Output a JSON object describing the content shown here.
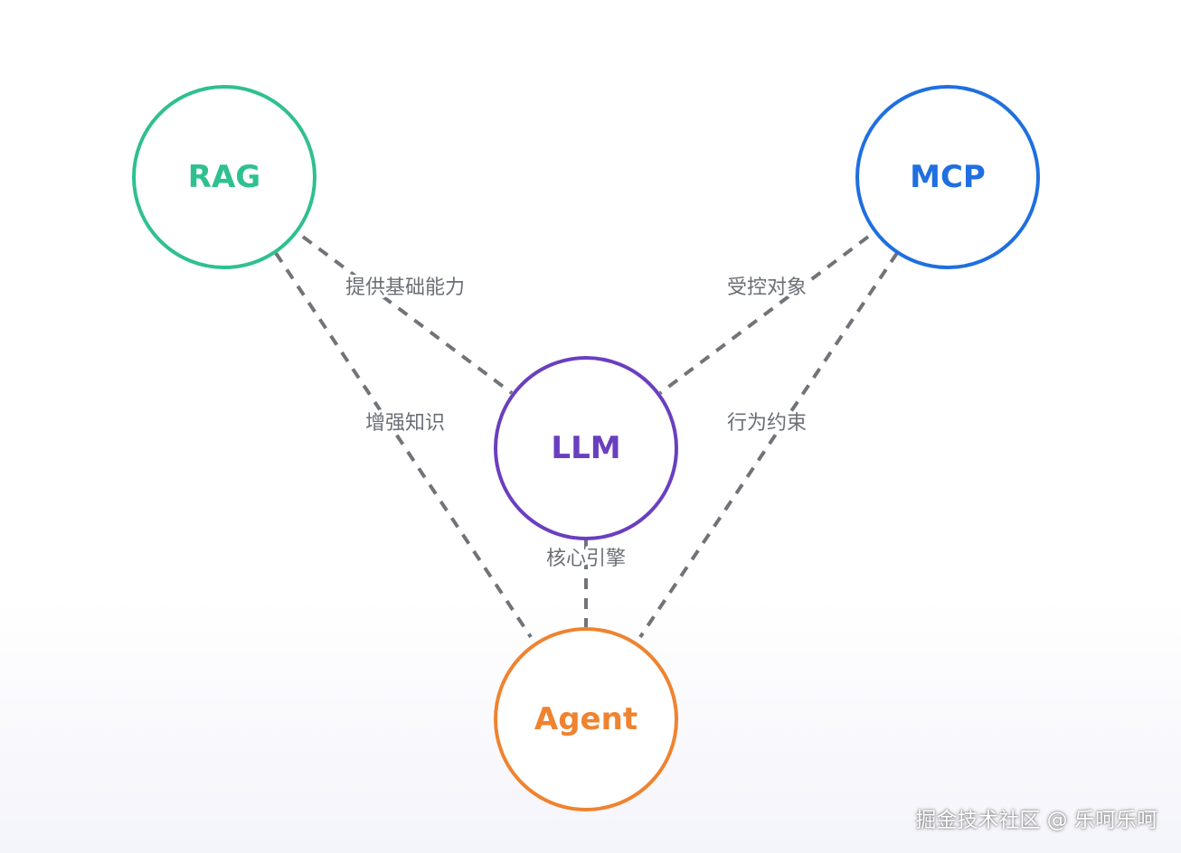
{
  "nodes": {
    "rag": {
      "label": "RAG",
      "color": "#2fc08f"
    },
    "mcp": {
      "label": "MCP",
      "color": "#1f6fe0"
    },
    "llm": {
      "label": "LLM",
      "color": "#6a3fbf"
    },
    "agent": {
      "label": "Agent",
      "color": "#ef8330"
    }
  },
  "edges": {
    "rag_llm": {
      "label": "提供基础能力"
    },
    "mcp_llm": {
      "label": "受控对象"
    },
    "rag_agent": {
      "label": "增强知识"
    },
    "mcp_agent": {
      "label": "行为约束"
    },
    "llm_agent": {
      "label": "核心引擎"
    }
  },
  "edge_color": "#707478",
  "watermark": "掘金技术社区 @ 乐呵乐呵"
}
